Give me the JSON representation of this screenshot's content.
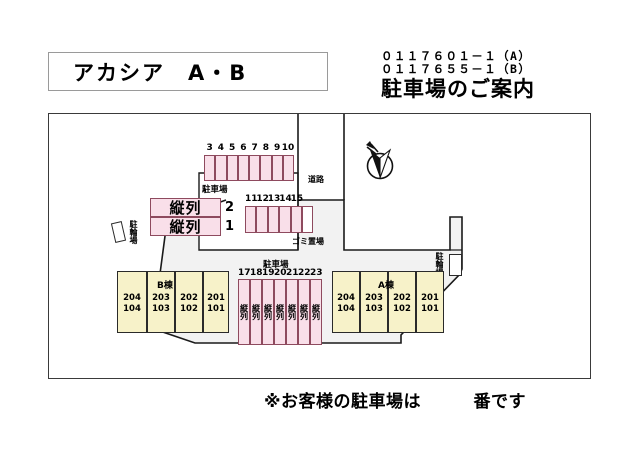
{
  "header": {
    "property_name": "アカシア　A・B",
    "code_a": "０１１７６０１－１（A）",
    "code_b": "０１１７６５５－１（B）",
    "guide_title": "駐車場のご案内"
  },
  "map": {
    "road_label": "道路",
    "garbage_label": "ゴミ置場",
    "parking_label": "駐車場",
    "bicycle_label": "駐輪場",
    "compass": "north-arrow",
    "tandem_label": "縦列",
    "parking_rows": [
      {
        "name": "top-row",
        "label": "駐車場",
        "stalls": [
          "3",
          "4",
          "5",
          "6",
          "7",
          "8",
          "9",
          "10"
        ]
      },
      {
        "name": "second-row",
        "label": "駐車場",
        "stalls": [
          "11",
          "12",
          "13",
          "14",
          "15"
        ],
        "extra_cell": "ゴミ置場"
      },
      {
        "name": "tandem-row",
        "label": "駐車場",
        "stalls": [
          "17",
          "18",
          "19",
          "20",
          "21",
          "22",
          "23"
        ],
        "stall_label": "縦列"
      }
    ],
    "tandem_boxes": [
      {
        "label": "縦列",
        "number": "2"
      },
      {
        "label": "縦列",
        "number": "1"
      }
    ],
    "buildings": [
      {
        "name": "B棟",
        "units": [
          {
            "upper": "204",
            "lower": "104"
          },
          {
            "upper": "203",
            "lower": "103"
          },
          {
            "upper": "202",
            "lower": "102"
          },
          {
            "upper": "201",
            "lower": "101"
          }
        ]
      },
      {
        "name": "A棟",
        "units": [
          {
            "upper": "204",
            "lower": "104"
          },
          {
            "upper": "203",
            "lower": "103"
          },
          {
            "upper": "202",
            "lower": "102"
          },
          {
            "upper": "201",
            "lower": "101"
          }
        ]
      }
    ]
  },
  "footer": {
    "note": "※お客様の駐車場は　　　番です"
  },
  "colors": {
    "stall_fill": "#f9dfe9",
    "stall_border": "#8e4a5e",
    "building_fill": "#f7f2c9",
    "site_fill": "#f2f2f2",
    "line": "#2a2a2a"
  }
}
